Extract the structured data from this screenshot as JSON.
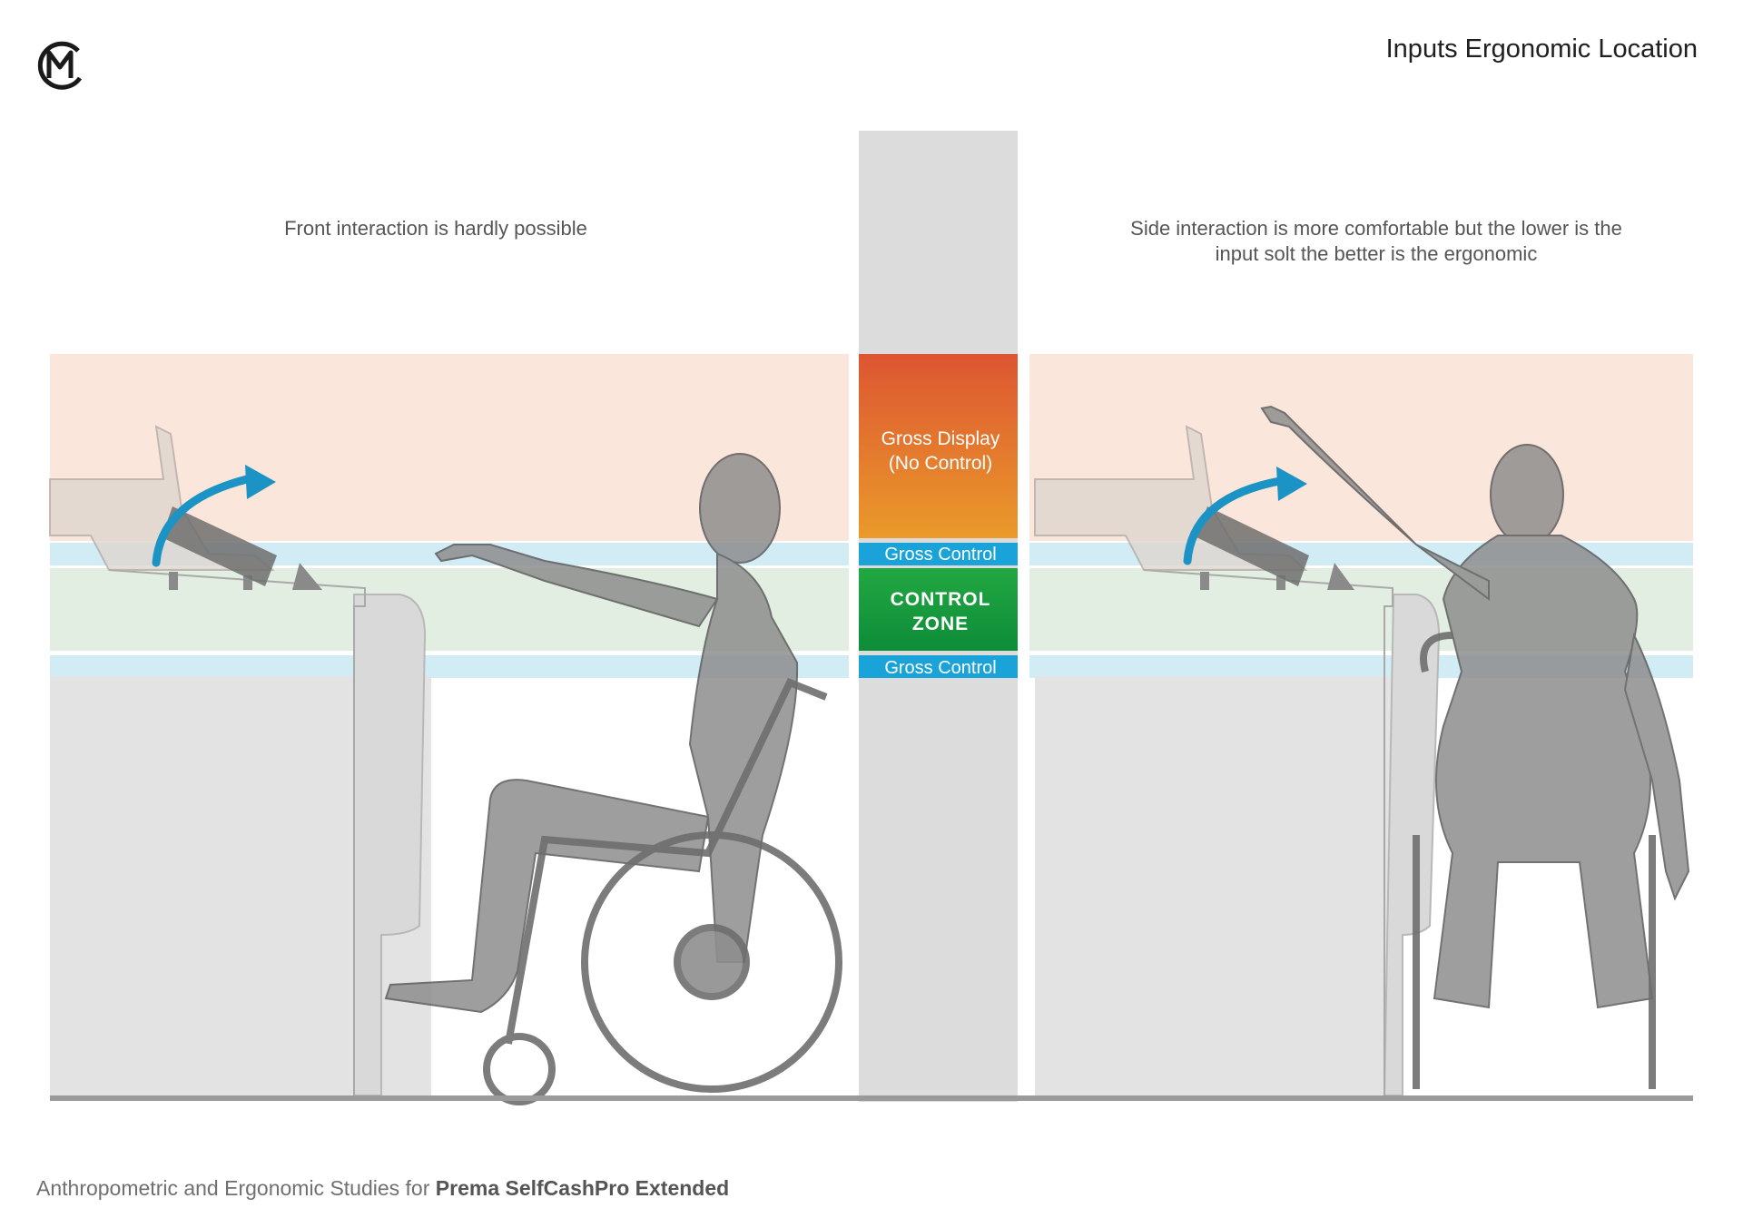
{
  "header": {
    "title": "Inputs Ergonomic Location",
    "logo_icon": "cm-circle-logo-icon"
  },
  "panels": {
    "left": {
      "caption": "Front interaction is hardly possible"
    },
    "right": {
      "caption": "Side interaction is more comfortable but the lower is the input solt the better is the ergonomic"
    }
  },
  "zones": {
    "gross_display": "Gross Display\n(No Control)",
    "gross_control_upper": "Gross Control",
    "control_zone": "CONTROL\nZONE",
    "gross_control_lower": "Gross Control"
  },
  "footer": {
    "prefix": "Anthropometric and Ergonomic Studies for ",
    "product": "Prema SelfCashPro Extended"
  },
  "colors": {
    "display_top": "#dd5532",
    "display_bottom": "#ea9a2a",
    "gross_control": "#1aa3d8",
    "control_zone_top": "#1fa340",
    "control_zone_bottom": "#0f8f3a",
    "arrow": "#1b93c4",
    "figure": "#8f8f8f"
  }
}
